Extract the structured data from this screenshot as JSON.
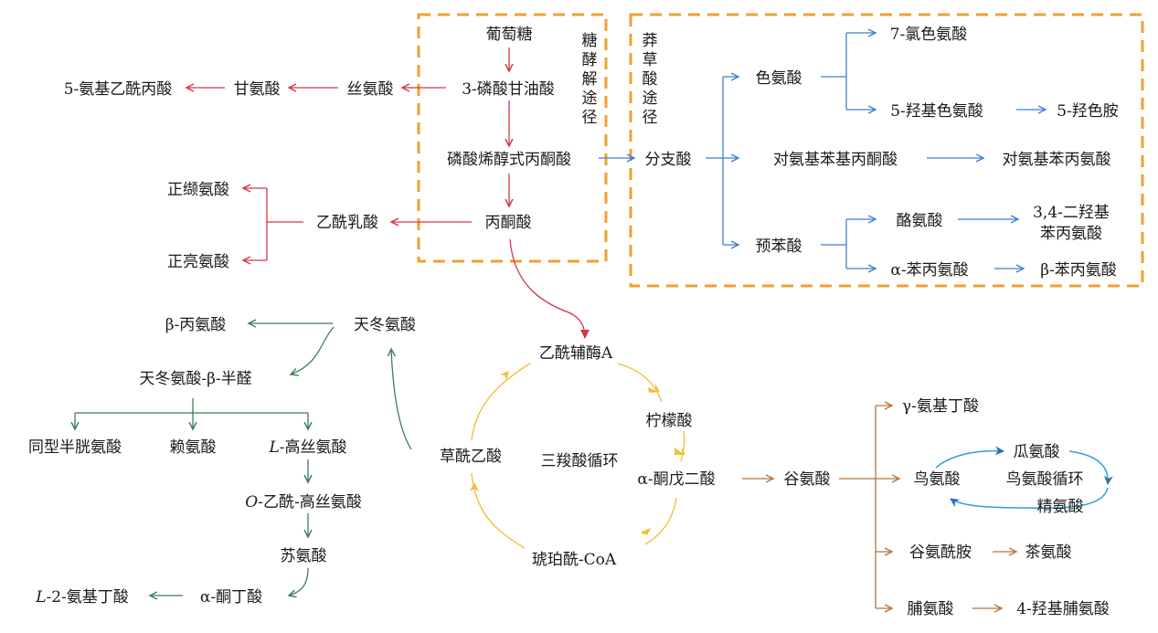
{
  "colors": {
    "glycolysis": "#d6344a",
    "shikimate": "#3f7fcf",
    "aspartate": "#3c7d55",
    "tca": "#f2c03a",
    "glutamate": "#b5733a",
    "box": "#f0a030",
    "urea": "#2f9fd8"
  },
  "boxes": {
    "glycolysis_label": [
      "糖",
      "酵",
      "解",
      "途",
      "径"
    ],
    "shikimate_label": [
      "莽",
      "草",
      "酸",
      "途",
      "径"
    ]
  },
  "nodes": {
    "glucose": "葡萄糖",
    "g3p": "3-磷酸甘油酸",
    "pep": "磷酸烯醇式丙酮酸",
    "pyruvate": "丙酮酸",
    "serine": "丝氨酸",
    "glycine": "甘氨酸",
    "ala5": "5-氨基乙酰丙酸",
    "acetolactate": "乙酰乳酸",
    "norvaline": "正缬氨酸",
    "norleucine": "正亮氨酸",
    "chorismate": "分支酸",
    "tryptophan": "色氨酸",
    "chlorotrp": "7-氯色氨酸",
    "htp": "5-羟基色氨酸",
    "serotonin": "5-羟色胺",
    "papp": "对氨基苯基丙酮酸",
    "papa": "对氨基苯丙氨酸",
    "prephenate": "预苯酸",
    "tyrosine": "酪氨酸",
    "dopa_1": "3,4-二羟基",
    "dopa_2": "苯丙氨酸",
    "aphe": "α-苯丙氨酸",
    "bphe": "β-苯丙氨酸",
    "acoa": "乙酰辅酶A",
    "citrate": "柠檬酸",
    "akg": "α-酮戊二酸",
    "succoa": "琥珀酰-CoA",
    "oaa": "草酰乙酸",
    "tca": "三羧酸循环",
    "aspartate": "天冬氨酸",
    "bala": "β-丙氨酸",
    "asa": "天冬氨酸-β-半醛",
    "homocys": "同型半胱氨酸",
    "lysine": "赖氨酸",
    "homoser_prefix": "L",
    "homoser_rest": "-高丝氨酸",
    "oacetyl_prefix": "O",
    "oacetyl_rest": "-乙酰-高丝氨酸",
    "threonine": "苏氨酸",
    "akb": "α-酮丁酸",
    "aba_prefix": "L",
    "aba_rest": "-2-氨基丁酸",
    "glutamate": "谷氨酸",
    "gaba": "γ-氨基丁酸",
    "ornithine": "鸟氨酸",
    "citrulline": "瓜氨酸",
    "arginine": "精氨酸",
    "urea": "鸟氨酸循环",
    "glutamine": "谷氨酰胺",
    "theanine": "茶氨酸",
    "proline": "脯氨酸",
    "hyp": "4-羟基脯氨酸"
  }
}
